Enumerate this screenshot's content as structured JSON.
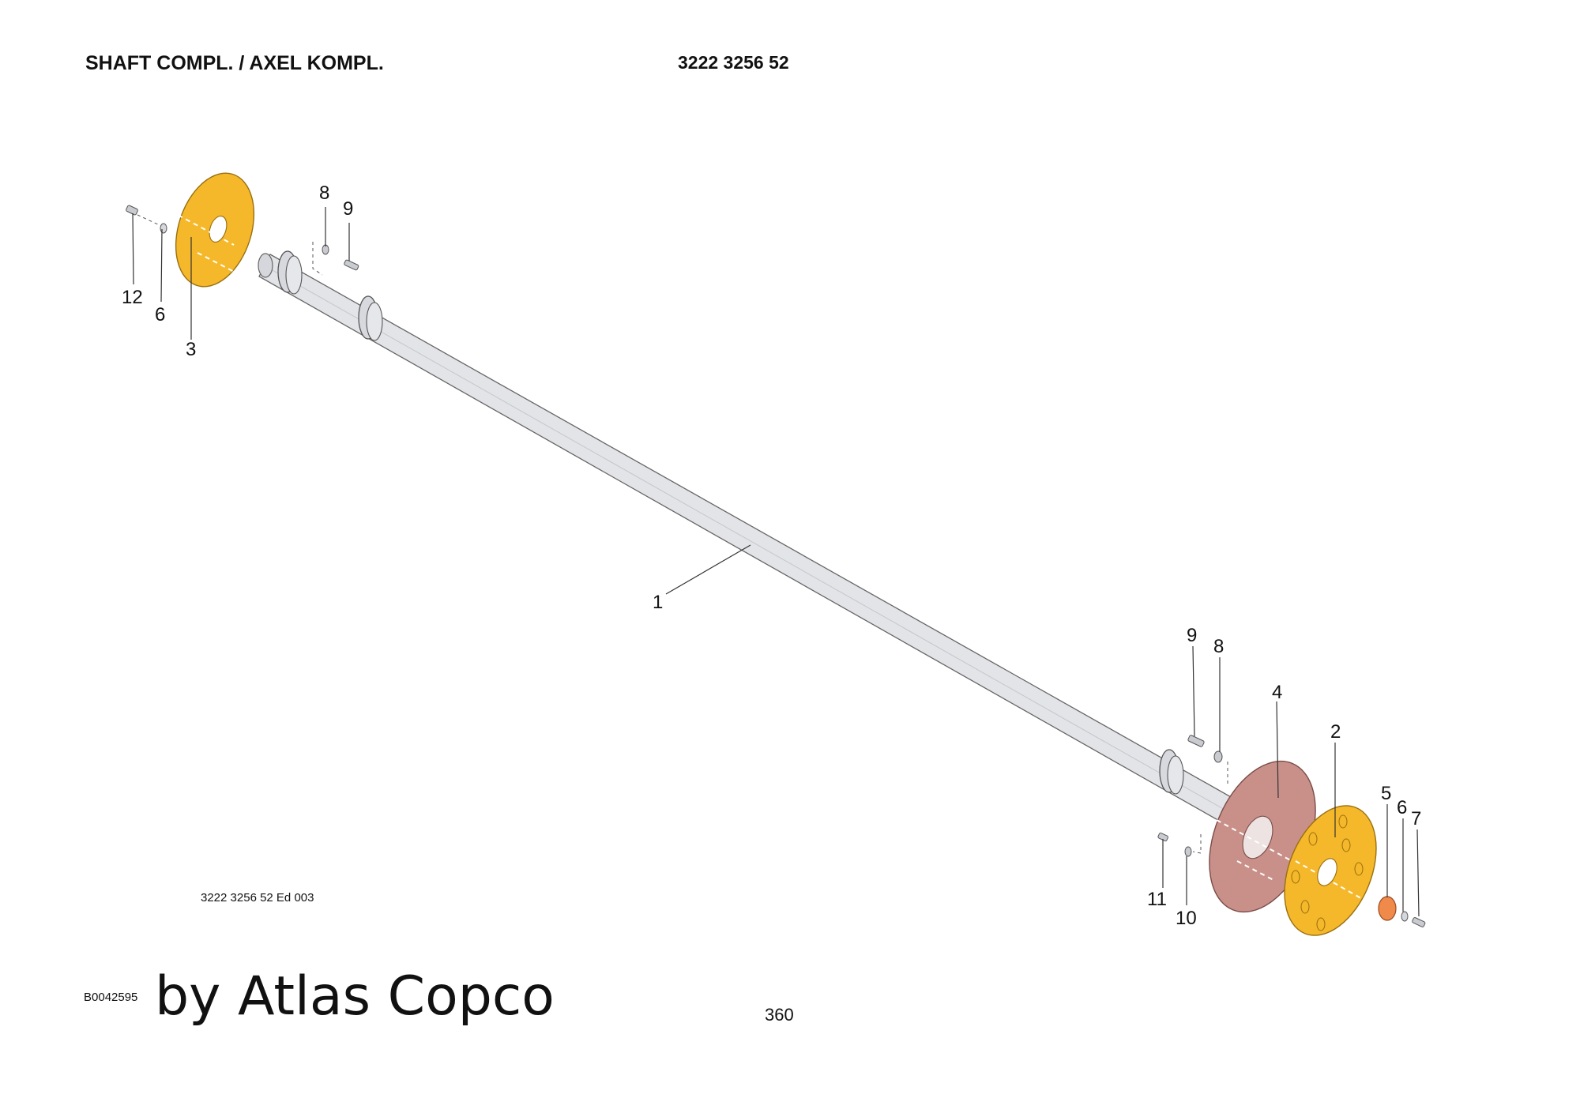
{
  "header": {
    "title": "SHAFT COMPL. / AXEL KOMPL.",
    "part_number": "3222 3256 52"
  },
  "footer": {
    "edition": "3222 3256 52 Ed 003",
    "image_id": "B0042595",
    "brand_text": "by Atlas Copco",
    "page_number": "360"
  },
  "colors": {
    "disc_yellow": "#f5b82a",
    "disc_pink": "#c9908a",
    "washer_orange": "#f08a4b",
    "shaft_gray": "#e3e4e8"
  },
  "callouts": {
    "shaft": "1",
    "disc_right_yellow": "2",
    "disc_left_yellow": "3",
    "disc_pink": "4",
    "washer": "5",
    "washer_small_right": "6",
    "screw_right_end": "7",
    "nut_right_top": "8",
    "screw_right_top": "9",
    "nut_right_bottom": "10",
    "screw_right_bottom": "11",
    "screw_left_end": "12",
    "washer_small_left": "6",
    "nut_left_top": "8",
    "screw_left_top": "9"
  }
}
